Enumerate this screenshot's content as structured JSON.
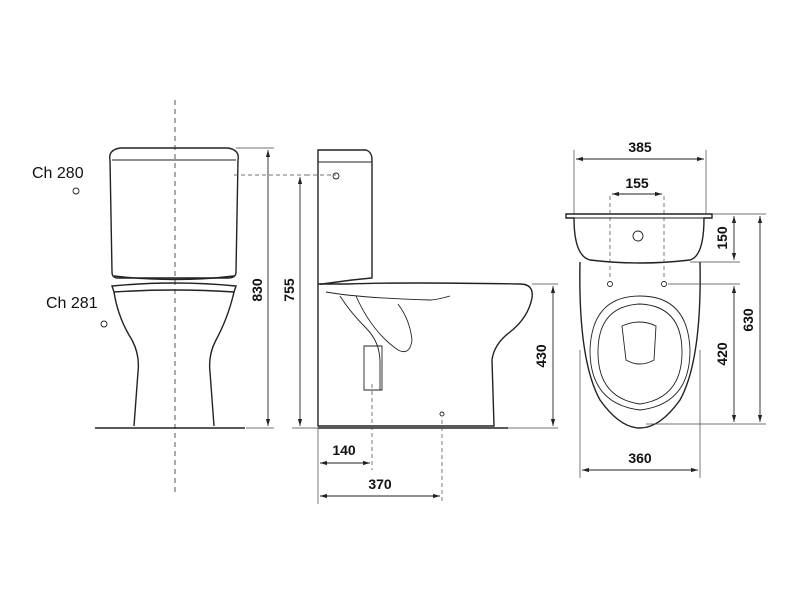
{
  "notes": {
    "ch280": "Ch 280",
    "ch281": "Ch 281"
  },
  "dimensions": {
    "front_height_total": "830",
    "side_height_tank": "755",
    "side_seat_height": "430",
    "side_depth_rear": "140",
    "side_depth_total": "370",
    "top_width_tank": "385",
    "top_hole_spacing": "155",
    "top_tank_depth": "150",
    "top_bowl_depth": "420",
    "top_total_depth": "630",
    "top_bowl_width": "360"
  }
}
